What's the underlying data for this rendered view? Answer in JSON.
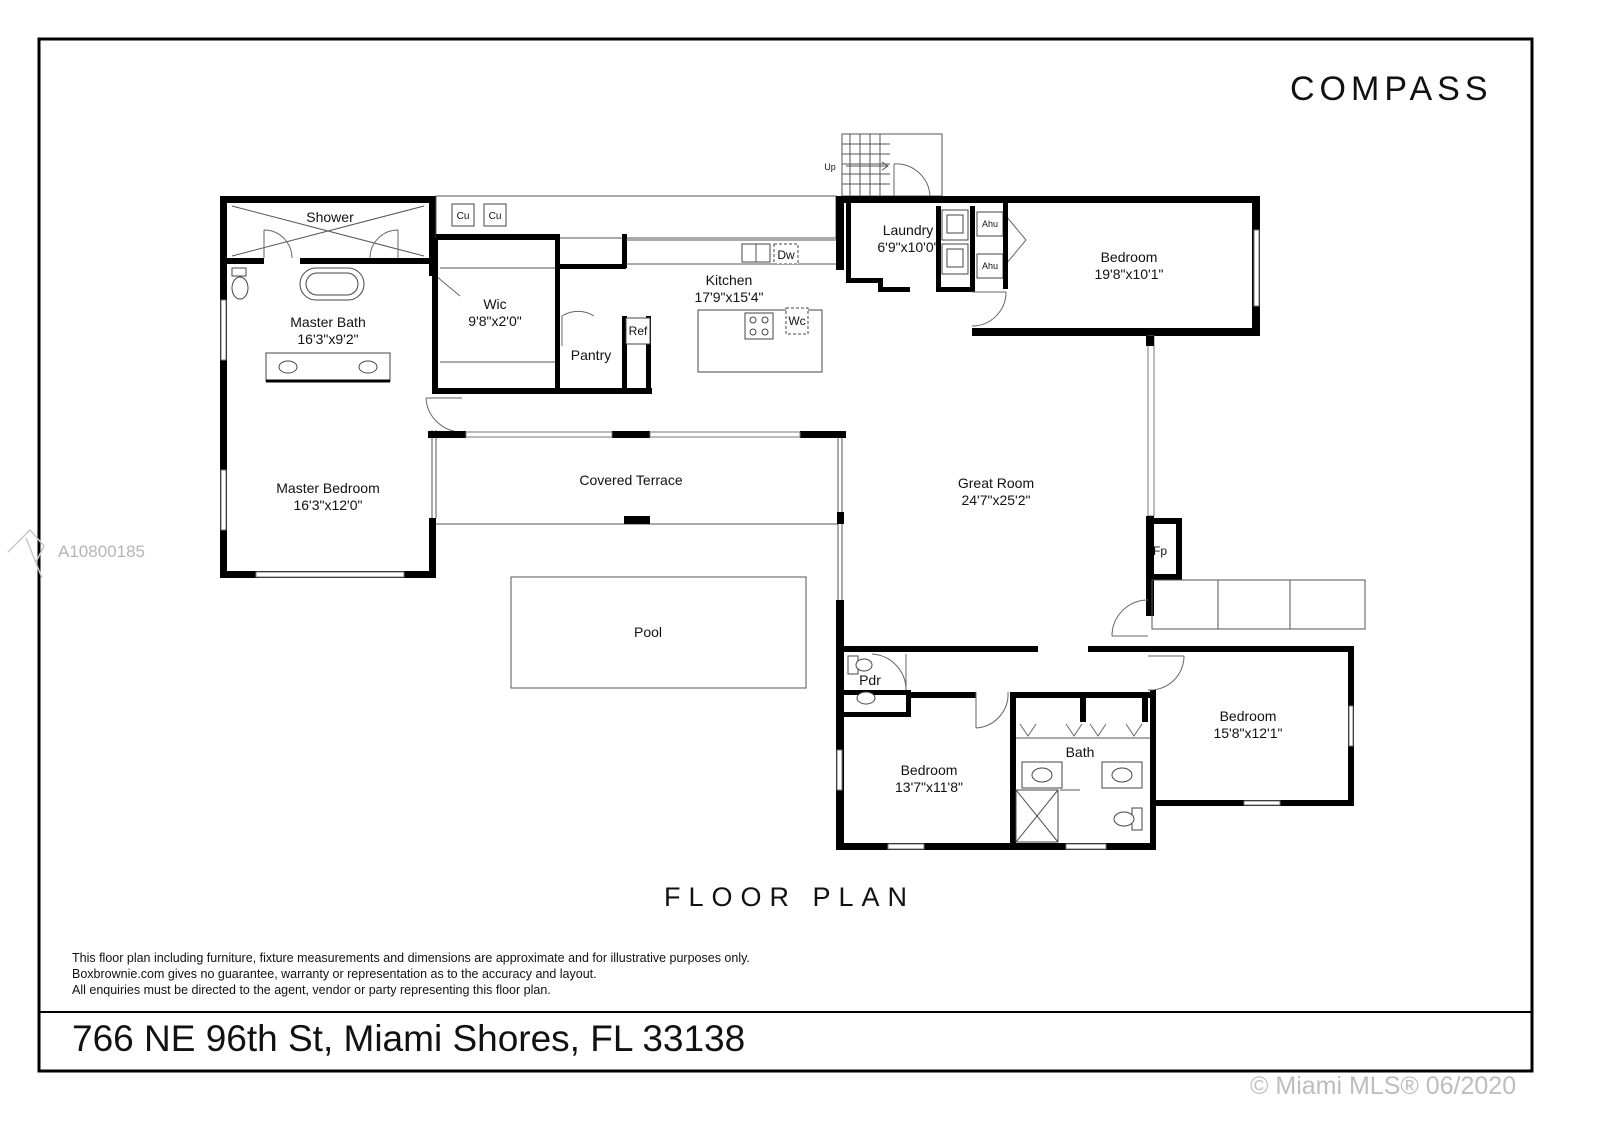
{
  "brand": "COMPASS",
  "title": "FLOOR PLAN",
  "address": "766 NE 96th St, Miami Shores, FL 33138",
  "mls_id": "A10800185",
  "copyright": "© Miami MLS® 06/2020",
  "disclaimer": [
    "This floor plan including furniture, fixture measurements and dimensions are approximate and for illustrative purposes only.",
    "Boxbrownie.com gives no guarantee, warranty or representation as to the accuracy and layout.",
    "All enquiries must be directed to the agent, vendor or party representing this floor plan."
  ],
  "rooms": {
    "shower": "Shower",
    "master_bath": "Master Bath",
    "master_bath_dim": "16'3\"x9'2\"",
    "master_bedroom": "Master Bedroom",
    "master_bedroom_dim": "16'3\"x12'0\"",
    "wic": "Wic",
    "wic_dim": "9'8\"x2'0\"",
    "pantry": "Pantry",
    "kitchen": "Kitchen",
    "kitchen_dim": "17'9\"x15'4\"",
    "laundry": "Laundry",
    "laundry_dim": "6'9\"x10'0\"",
    "bedroom_ne": "Bedroom",
    "bedroom_ne_dim": "19'8\"x10'1\"",
    "covered_terrace": "Covered Terrace",
    "great_room": "Great Room",
    "great_room_dim": "24'7\"x25'2\"",
    "pool": "Pool",
    "pdr": "Pdr",
    "bath": "Bath",
    "bedroom_sw": "Bedroom",
    "bedroom_sw_dim": "13'7\"x11'8\"",
    "bedroom_se": "Bedroom",
    "bedroom_se_dim": "15'8\"x12'1\""
  },
  "fixtures": {
    "cu": "Cu",
    "dw": "Dw",
    "ref": "Ref",
    "wc": "Wc",
    "ahu": "Ahu",
    "fp": "Fp",
    "up": "Up"
  }
}
